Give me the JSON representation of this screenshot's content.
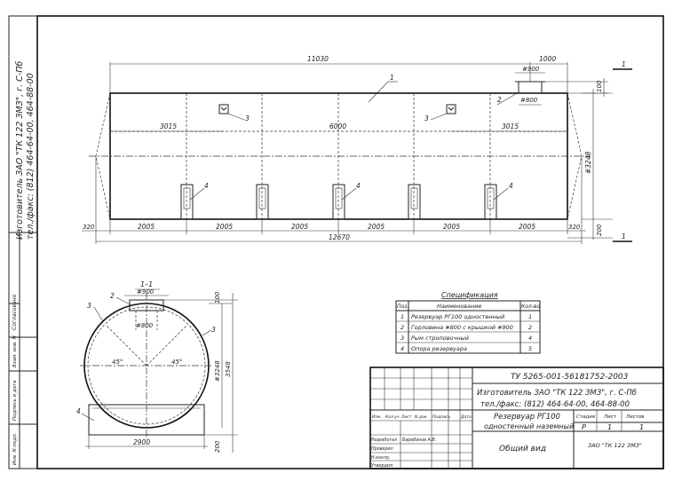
{
  "side_texts": {
    "maker_line1": "Изготовитель ЗАО \"ТК 122 ЗМЗ\", г. С-Пб",
    "maker_line2": "тел./факс: (812) 464-64-00, 464-88-00"
  },
  "left_stamp": {
    "soglasovano": "Согласовано",
    "vzam_inv": "Взам. инв. N",
    "podpis_data": "Подпись и дата",
    "inv_podl": "Инв. N подл."
  },
  "front_view": {
    "overall_top": "11030",
    "hatch_offset": "1000",
    "hatch_outer": "#900",
    "hatch_inner": "#800",
    "hatch_height": "100",
    "span_left": "3015",
    "span_mid": "6000",
    "span_right": "3015",
    "height_dim": "#3248",
    "end_left": "320",
    "end_right": "320",
    "bottom_gap": "200",
    "support_pitch": [
      "2005",
      "2005",
      "2005",
      "2005",
      "2005",
      "2005"
    ],
    "overall_bottom": "12670",
    "callout_1": "1",
    "callout_2": "2",
    "callout_3a": "3",
    "callout_3b": "3",
    "callout_4a": "4",
    "callout_4b": "4",
    "section_mark_top": "1",
    "section_mark_bottom": "1"
  },
  "section_view": {
    "title": "1–1",
    "hatch_outer": "#900",
    "hatch_inner": "#800",
    "callout_2": "2",
    "callout_3a": "3",
    "callout_3b": "3",
    "callout_4": "4",
    "angle_left": "45°",
    "angle_right": "45°",
    "dim_top": "100",
    "dim_diam": "#3248",
    "dim_overall": "3548",
    "dim_width": "2900",
    "dim_bottom": "200"
  },
  "spec": {
    "title": "Спецификация",
    "headers": [
      "Поз.",
      "Наименование",
      "Кол-во"
    ],
    "rows": [
      [
        "1",
        "Резервуар РГ100 одностенный",
        "1"
      ],
      [
        "2",
        "Горловина #800 с крышкой #900",
        "2"
      ],
      [
        "3",
        "Рым строповочный",
        "4"
      ],
      [
        "4",
        "Опора резервуара",
        "5"
      ]
    ]
  },
  "title_block": {
    "doc_code": "ТУ 5265-001-56181752-2003",
    "maker_line1": "Изготовитель ЗАО \"ТК 122 ЗМЗ\", г. С-Пб",
    "maker_line2": "тел./факс: (812) 464-64-00, 464-88-00",
    "col_headers": [
      "Изм.",
      "Кол.уч.",
      "Лист",
      "N док.",
      "Подпись",
      "Дата"
    ],
    "roles": [
      "Разработал",
      "Проверил",
      "Н.контр.",
      "Утвердил"
    ],
    "developer": "Барабанов А.В.",
    "product_line1": "Резервуар РГ100",
    "product_line2": "одностенный наземный",
    "view_name": "Общий вид",
    "stage_label": "Стадия",
    "sheet_label": "Лист",
    "sheets_label": "Листов",
    "stage": "Р",
    "sheet": "1",
    "sheets": "1",
    "company": "ЗАО \"ТК 122 ЗМЗ\""
  }
}
